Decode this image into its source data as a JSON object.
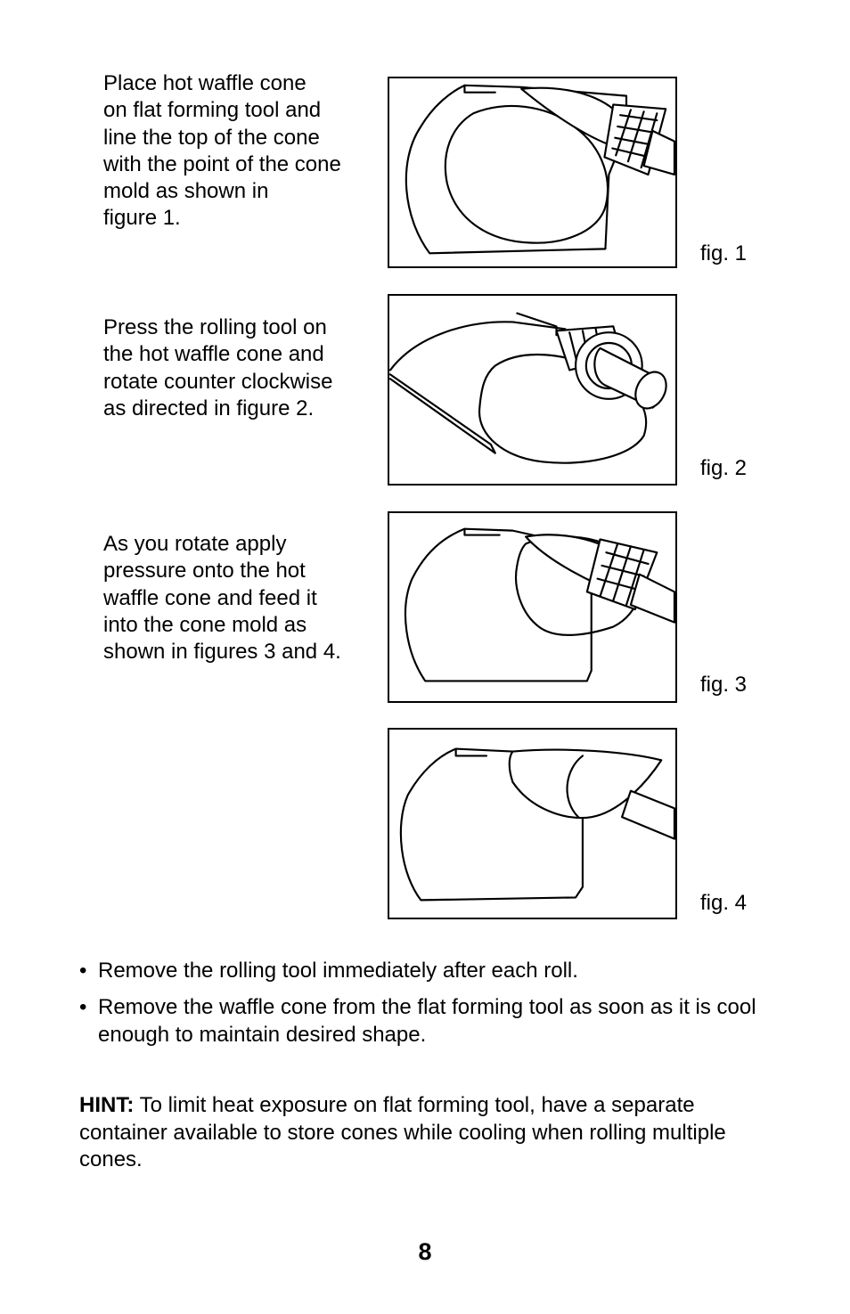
{
  "steps": [
    {
      "text": "Place hot waffle cone\non flat forming tool and\nline the top of the cone\nwith the point of the cone\nmold as shown in\nfigure 1.",
      "fig_label": "fig. 1"
    },
    {
      "text": "Press the rolling tool on\nthe hot waffle cone and\nrotate counter clockwise\nas directed in figure 2.",
      "fig_label": "fig. 2"
    },
    {
      "text": "As you rotate apply\npressure onto the hot\nwaffle cone and feed it\ninto the cone mold as\nshown in figures 3 and 4.",
      "fig_label": "fig. 3"
    },
    {
      "text": "",
      "fig_label": "fig. 4"
    }
  ],
  "bullets": [
    {
      "marker": "•",
      "text": "Remove the rolling tool immediately after each roll."
    },
    {
      "marker": "•",
      "text": "Remove the waffle cone from the flat forming tool as soon as it is cool enough to maintain desired shape."
    }
  ],
  "hint": {
    "label": "HINT:",
    "text": " To limit heat exposure on flat forming tool, have a separate container available to store cones while cooling when rolling multiple cones."
  },
  "page_number": "8"
}
